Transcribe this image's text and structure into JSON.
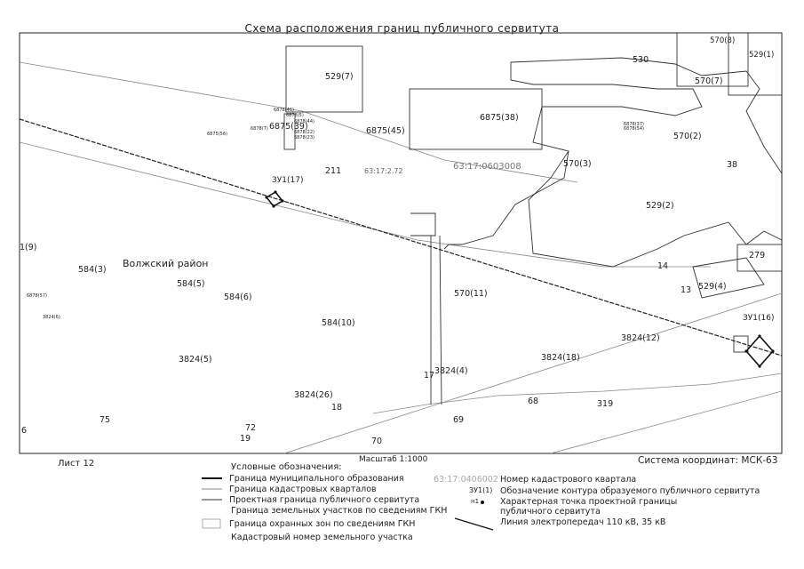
{
  "title": "Схема расположения границ публичного сервитута",
  "sheet": "Лист 12",
  "scale": "Масштаб 1:1000",
  "coord_system": "Система координат: МСК-63",
  "district": "Волжский район",
  "quarter_label": "63:17:0603008",
  "road_code": "63:17:2.72",
  "servitude": {
    "label1": "ЗУ1(17)",
    "label2": "ЗУ1(16)"
  },
  "parcels": [
    "529(7)",
    "6875(38)",
    "530",
    "570(8)",
    "529(1)",
    "570(7)",
    "570(2)",
    "570(3)",
    "529(2)",
    "6875(39)",
    "6875(45)",
    "38",
    "279",
    "529(4)",
    "14",
    "13",
    "18",
    "17",
    "19",
    "68",
    "69",
    "70",
    "72",
    "75",
    "319",
    "3824(12)",
    "3824(18)",
    "3824(4)",
    "570(11)",
    "3824(5)",
    "3824(26)",
    "584(3)",
    "584(5)",
    "584(6)",
    "584(10)",
    "1(9)",
    "6",
    "211"
  ],
  "small_labels": [
    "6878(46)",
    "6878(5)",
    "6878(44)",
    "6878(7)",
    "6875(56)",
    "6878(22)",
    "6878(23)",
    "6878(37)",
    "6878(54)",
    "6878(57)",
    "3824(6)"
  ],
  "legend": {
    "header": "Условные обозначения:",
    "left": [
      "Граница муниципального образования",
      "Граница кадастровых кварталов",
      "Проектная граница публичного сервитута",
      "Граница земельных участков по сведениям ГКН",
      "Граница охранных зон по сведениям ГКН",
      "Кадастровый номер земельного участка"
    ],
    "sample_quarter": "63:17:0406002",
    "sample_servitude": "ЗУ1(1)",
    "sample_point": "н1",
    "right": [
      "Номер кадастрового квартала",
      "Обозначение контура образуемого публичного сервитута",
      "Характерная точка проектной границы",
      "публичного сервитута",
      "Линия электропередач 110 кВ, 35 кВ"
    ]
  }
}
